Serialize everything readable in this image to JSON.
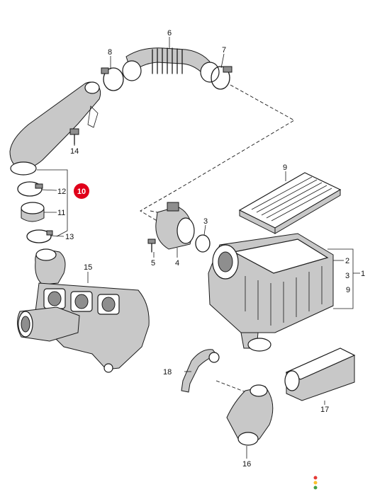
{
  "labels": {
    "p1": "1",
    "p2": "2",
    "p3": "3",
    "p3b": "3",
    "p5": "5",
    "p4": "4",
    "p6": "6",
    "p7": "7",
    "p8": "8",
    "p9": "9",
    "p9b": "9",
    "p11": "11",
    "p12": "12",
    "p13": "13",
    "p14": "14",
    "p15": "15",
    "p16": "16",
    "p17": "17",
    "p18": "18"
  },
  "callout_badge": {
    "text": "10",
    "color": "#e0001a"
  },
  "status_dots": {
    "colors": [
      "#e53935",
      "#fbc02d",
      "#43a047"
    ]
  }
}
